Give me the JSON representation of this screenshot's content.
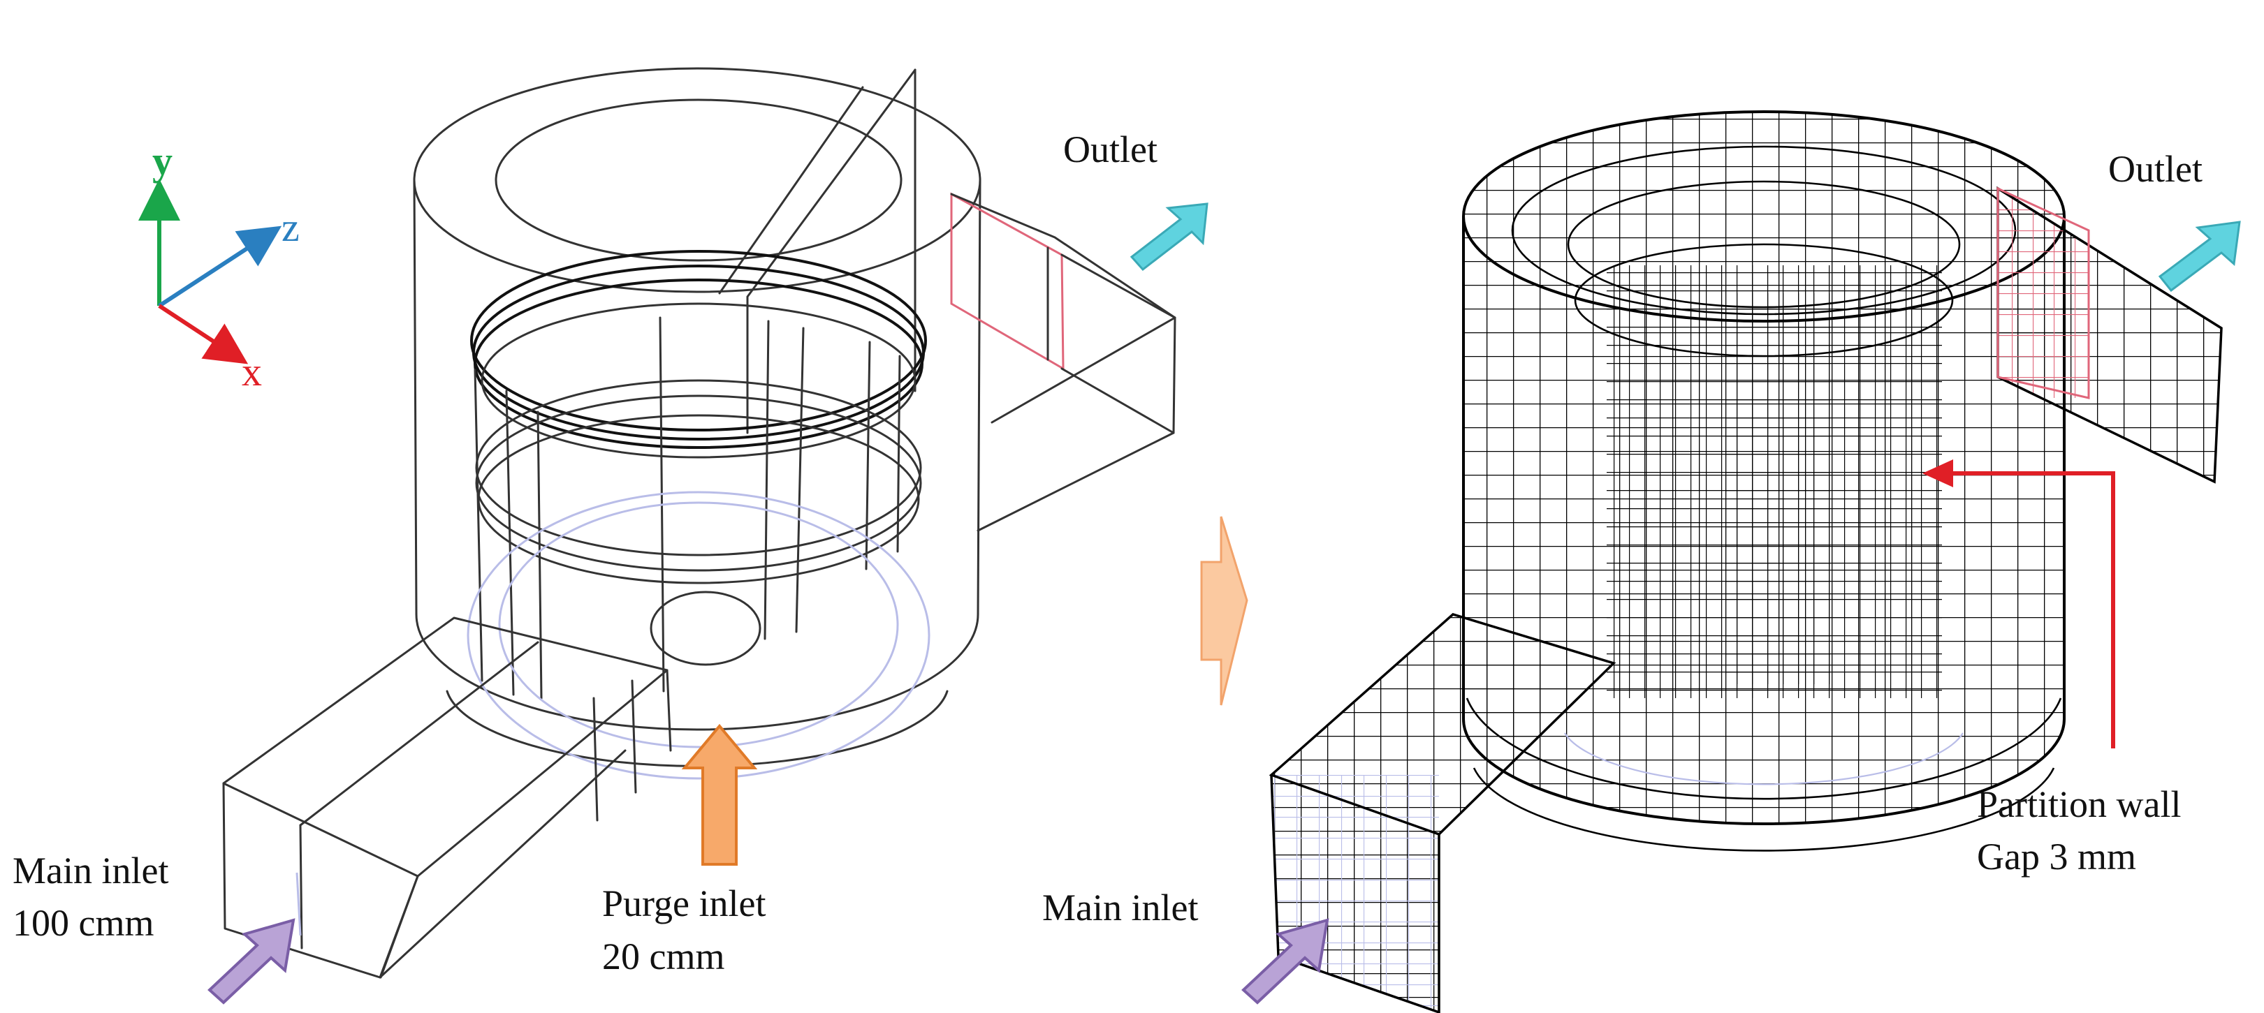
{
  "axes": {
    "y_label": "y",
    "z_label": "z",
    "x_label": "x"
  },
  "left_model": {
    "outlet_label": "Outlet",
    "main_inlet_line1": "Main inlet",
    "main_inlet_line2": "100 cmm",
    "purge_inlet_line1": "Purge inlet",
    "purge_inlet_line2": "20 cmm"
  },
  "right_model": {
    "outlet_label": "Outlet",
    "main_inlet_label": "Main inlet",
    "partition_line1": "Partition wall",
    "partition_line2": "Gap 3 mm"
  },
  "colors": {
    "axis_y": "#1aa64a",
    "axis_z": "#2a7fc0",
    "axis_x": "#e01f26",
    "outlet_arrow": "#5fd3df",
    "inlet_arrow": "#b9a3d6",
    "purge_arrow": "#f7a96a",
    "transition_arrow": "#fbc9a0",
    "pointer": "#e01f26",
    "outlet_face": "#e0667a",
    "inlet_face": "#b9bde8"
  }
}
